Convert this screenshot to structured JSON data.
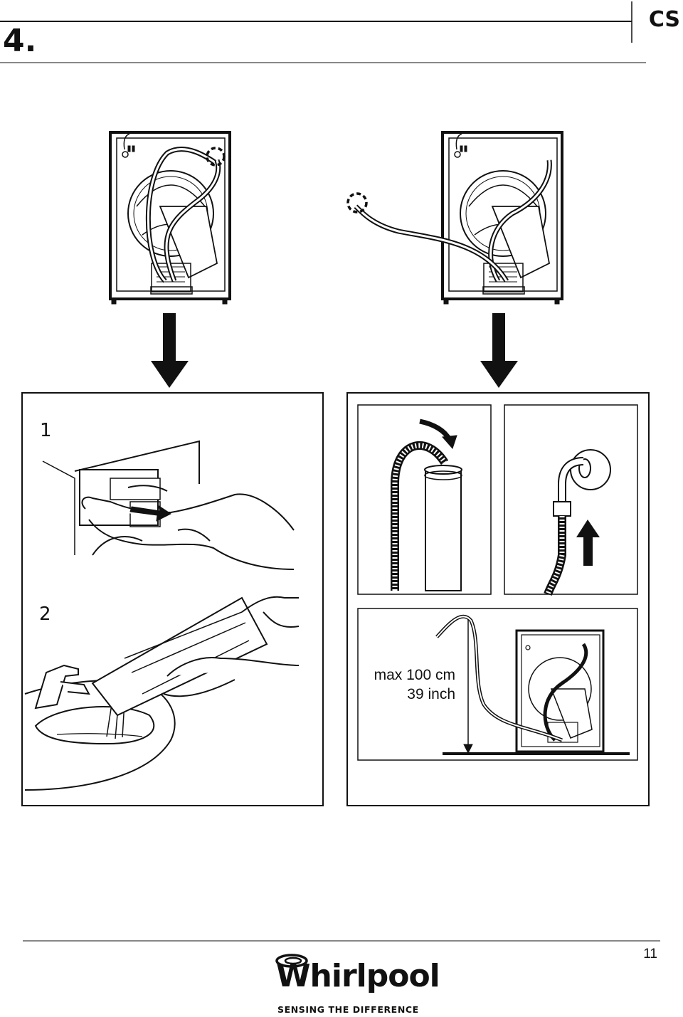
{
  "header": {
    "step_number": "4.",
    "language_code": "CS"
  },
  "panel_left": {
    "label_1": "1",
    "label_2": "2"
  },
  "panel_right": {
    "height_line1": "max 100 cm",
    "height_line2": "39 inch"
  },
  "footer": {
    "page_number": "11",
    "brand_name": "Whirlpool",
    "tagline": "SENSING THE DIFFERENCE"
  }
}
